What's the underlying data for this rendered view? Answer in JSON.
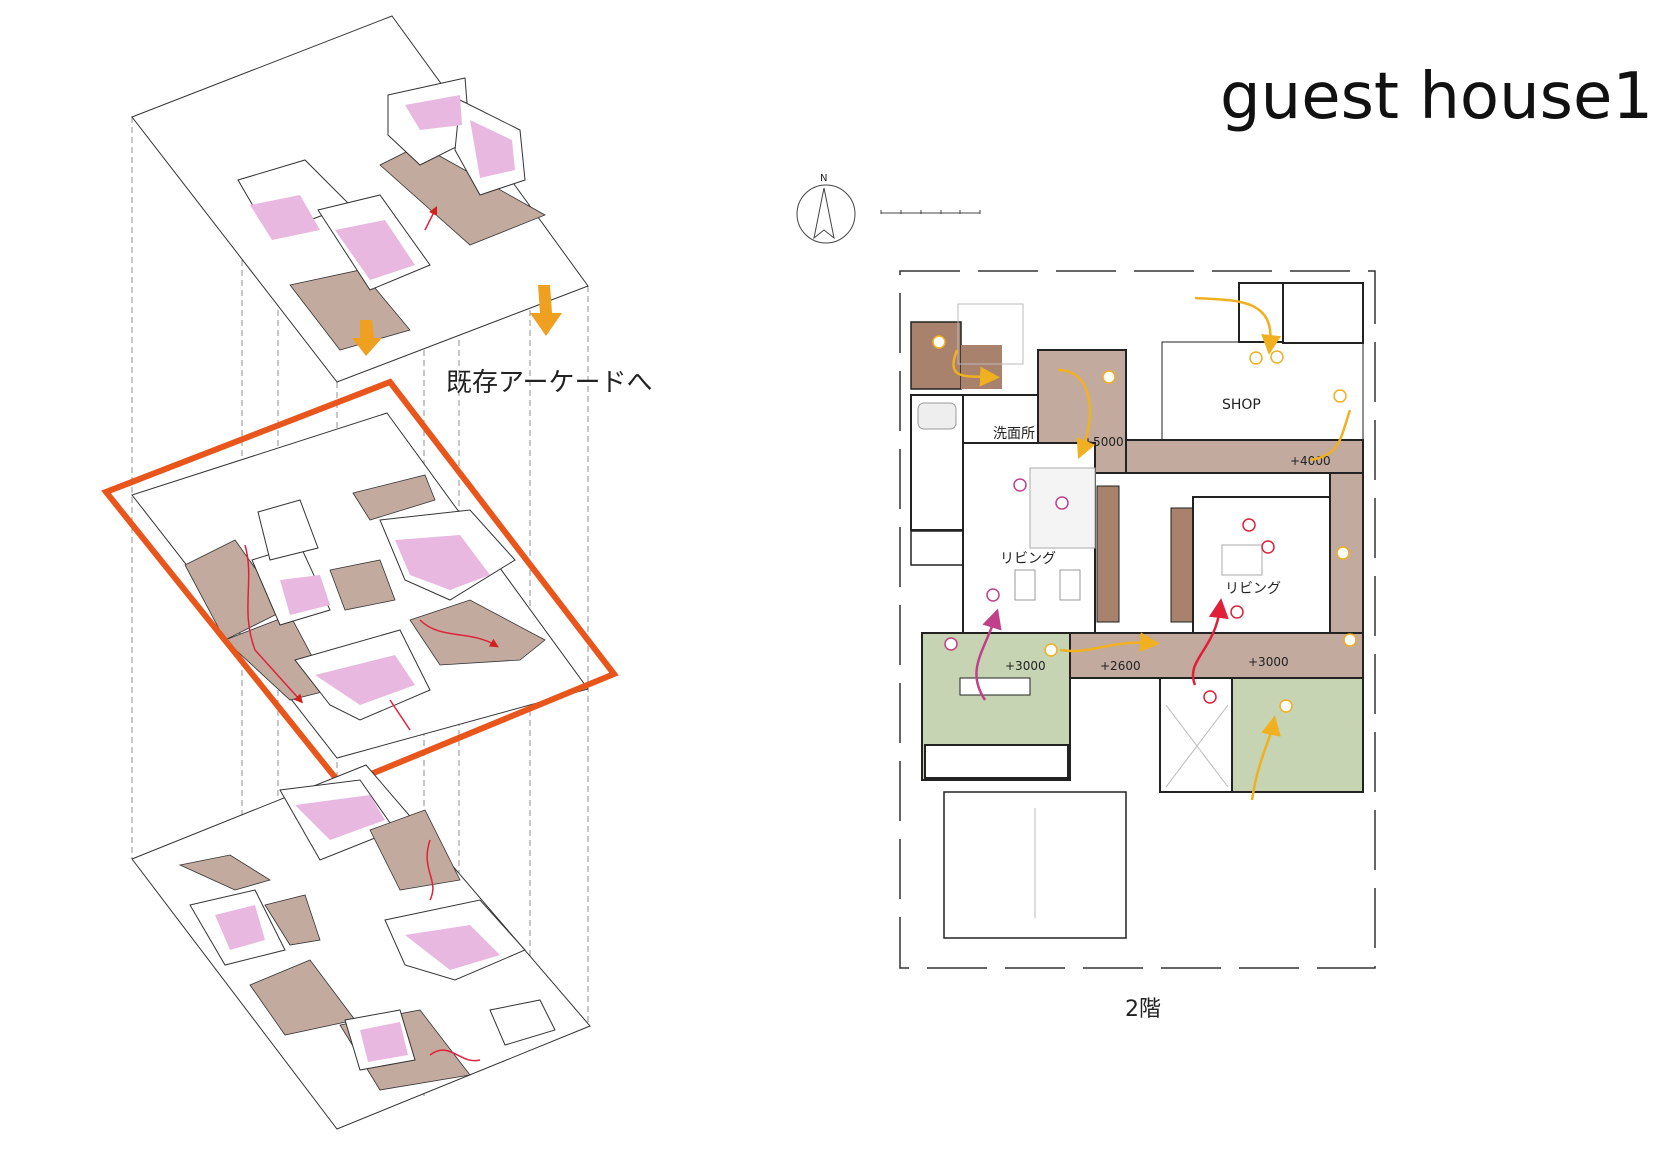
{
  "title": "guest house1",
  "compass": {
    "label": "N",
    "icon": "north-arrow-icon"
  },
  "axonometric": {
    "annotation": "既存アーケードへ",
    "highlight_color": "#e8561c",
    "arrow_color": "#f0a020"
  },
  "plan": {
    "floor_label": "2階",
    "rooms": {
      "shop": "SHOP",
      "washroom": "洗面所",
      "living_left": "リビング",
      "living_right": "リビング"
    },
    "levels": {
      "stair_hall": "+5000",
      "shop_corridor": "+4000",
      "green_left": "+3000",
      "corridor_mid": "+2600",
      "corridor_right": "+3000"
    }
  },
  "colors": {
    "corridor": "#c2aa9f",
    "garden": "#c6d4b4",
    "room_floor": "#e9b8e0",
    "deck": "#a8826c",
    "flow_yellow": "#f0b020",
    "flow_magenta": "#c0408a",
    "flow_red": "#e0203a"
  }
}
